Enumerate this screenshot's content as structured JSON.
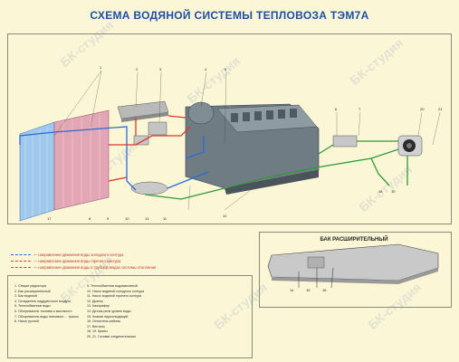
{
  "title": "СХЕМА ВОДЯНОЙ СИСТЕМЫ ТЕПЛОВОЗА ТЭМ7А",
  "expansion_tank_title": "БАК РАСШИРИТЕЛЬНЫЙ",
  "watermark_text": "БК-студия",
  "legend": [
    {
      "text": "— направление движения воды холодного контура",
      "color": "#2b6cd6"
    },
    {
      "text": "— направление движения воды горячего контура",
      "color": "#d63b2b"
    },
    {
      "text": "— направление движения воды в трубопроводах системы отопления",
      "color": "#2f9a3a"
    }
  ],
  "parts_left": [
    "1. Секции радиатора",
    "2. Бак расширительный",
    "3. Бак водяной",
    "4. Охладитель наддувочного воздуха",
    "5. Теплообменник воды",
    "6. Обогреватель топлива и масляного",
    "7. Обогреватель воды питьевого ... трасса",
    "8. Насос ручной"
  ],
  "parts_right": [
    "9. Теплообменник водомасляный",
    "10. Насос водяной холодного контура",
    "11. Насос водяной горячего контура",
    "12. Дизель",
    "13. Калорифер",
    "14. Датчик реле уровня воды",
    "15. Клапан пароотводящий",
    "16. Отопитель кабины",
    "17. Вентиль",
    "18, 19. Краны",
    "20, 21. Головки соединительные"
  ],
  "callout_numbers": [
    "1",
    "2",
    "3",
    "4",
    "5",
    "6",
    "7",
    "8",
    "9",
    "10",
    "11",
    "12",
    "13",
    "14",
    "15",
    "16",
    "17",
    "18",
    "19",
    "20",
    "21"
  ]
}
